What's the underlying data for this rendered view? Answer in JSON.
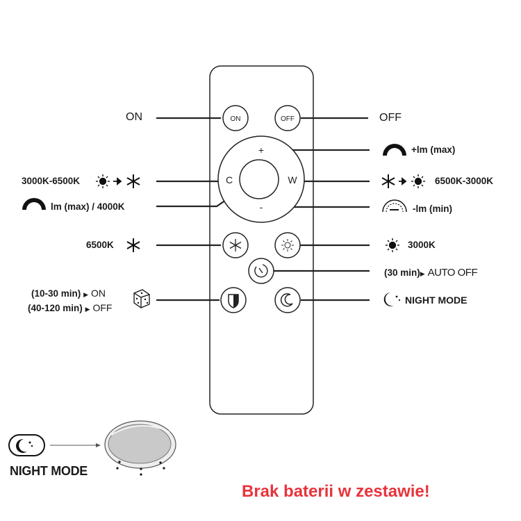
{
  "left_labels": {
    "on": "ON",
    "cct_toggle": "3000K-6500K",
    "max_4000": "lm (max) / 4000K",
    "cold": "6500K",
    "timer_on": "(10-30 min)",
    "timer_on_value": "ON",
    "timer_off": "(40-120 min)",
    "timer_off_value": "OFF"
  },
  "right_labels": {
    "off": "OFF",
    "brightness_up": "+lm (max)",
    "cct_toggle_rev": "6500K-3000K",
    "brightness_down": "-lm (min)",
    "warm": "3000K",
    "auto_off_time": "(30 min)",
    "auto_off": "AUTO OFF",
    "night_mode": "NIGHT MODE"
  },
  "remote": {
    "on_button": "ON",
    "off_button": "OFF",
    "ring_plus": "+",
    "ring_minus": "-",
    "ring_c": "C",
    "ring_w": "W"
  },
  "bottom": {
    "night_mode_label": "NIGHT MODE",
    "warning": "Brak baterii w zestawie!"
  },
  "colors": {
    "ink": "#1a1a1a",
    "warning": "#e8333c",
    "lamp_fill": "#c9c9c9"
  }
}
